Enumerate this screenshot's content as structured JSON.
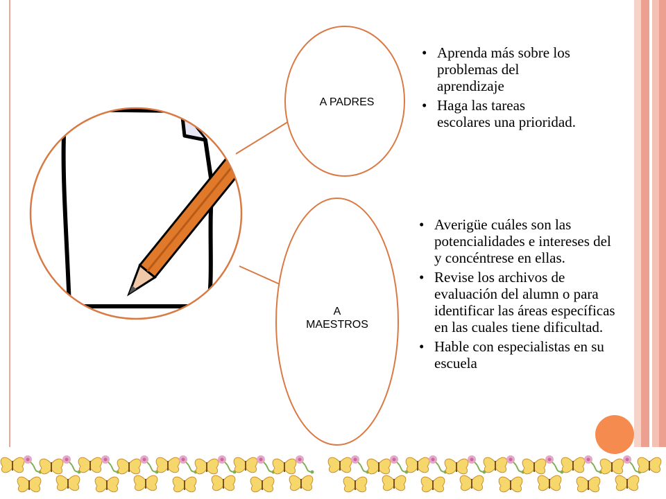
{
  "colors": {
    "accent_line": "#d97a45",
    "pencil_body": "#e07a2a",
    "pencil_tip": "#f2c9a8",
    "band_yellow": "#f2d24a",
    "orb": "#f58b4e",
    "stripes": [
      "#f3c2b4",
      "#eca090",
      "#f6d3c8"
    ]
  },
  "nodes": [
    {
      "label": "A PADRES",
      "bullets": [
        "Aprenda más sobre los problemas del aprendizaje",
        "Haga las tareas escolares una prioridad."
      ]
    },
    {
      "label_lines": [
        "A",
        "MAESTROS"
      ],
      "bullets": [
        "Averigüe cuáles son las potencialidades e intereses del y concéntrese en ellas.",
        "Revise los archivos de evaluación del alumn o para identificar las áreas específicas en las cuales tiene dificultad.",
        "Hable con especialistas en su escuela"
      ]
    }
  ],
  "center_icon": "pencil-on-paper-icon",
  "footer_motif": "butterfly-flower-border"
}
